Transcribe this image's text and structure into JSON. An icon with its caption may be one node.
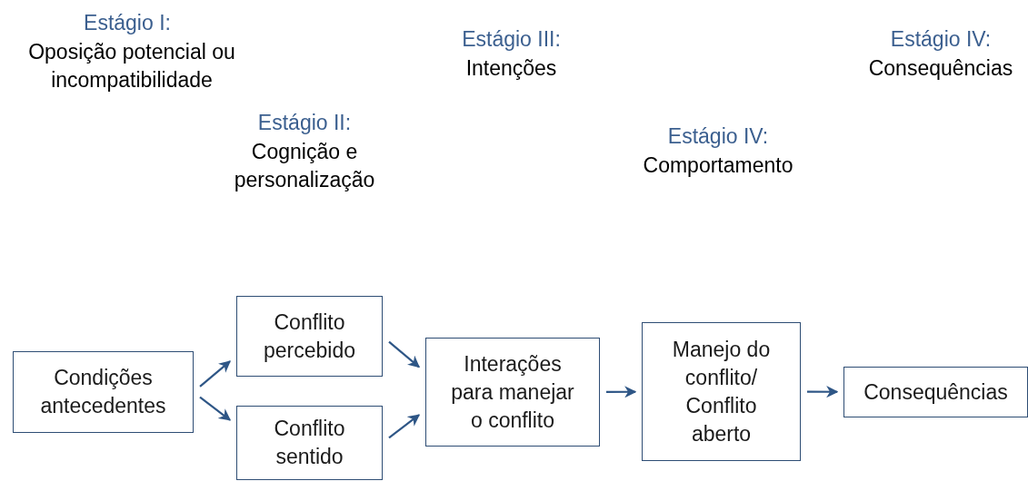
{
  "diagram": {
    "nodes": [
      {
        "text": [
          "Condições antecedentes"
        ]
      },
      {
        "text": [
          "Conflito percebido"
        ]
      },
      {
        "text": [
          "Conflito sentido"
        ]
      },
      {
        "text": [
          "Interações para manejar o conflito"
        ]
      },
      {
        "text": [
          "Manejo do conflito/ Conflito aberto"
        ]
      },
      {
        "text": [
          "Consequências"
        ]
      }
    ],
    "edges": [
      {
        "from": 0,
        "to": 1,
        "arrow": "to"
      },
      {
        "from": 0,
        "to": 2,
        "arrow": "to"
      },
      {
        "from": 1,
        "to": 3,
        "arrow": "to"
      },
      {
        "from": 2,
        "to": 3,
        "arrow": "to"
      },
      {
        "from": 3,
        "to": 4,
        "arrow": "to"
      },
      {
        "from": 4,
        "to": 5,
        "arrow": "to"
      }
    ],
    "labels": [
      "Estágio I:",
      "Oposição potencial ou incompatibilidade",
      "Estágio III:",
      "Intenções",
      "Estágio IV:",
      "Consequências",
      "Estágio II:",
      "Cognição e personalização",
      "Estágio IV:",
      "Comportamento"
    ]
  }
}
